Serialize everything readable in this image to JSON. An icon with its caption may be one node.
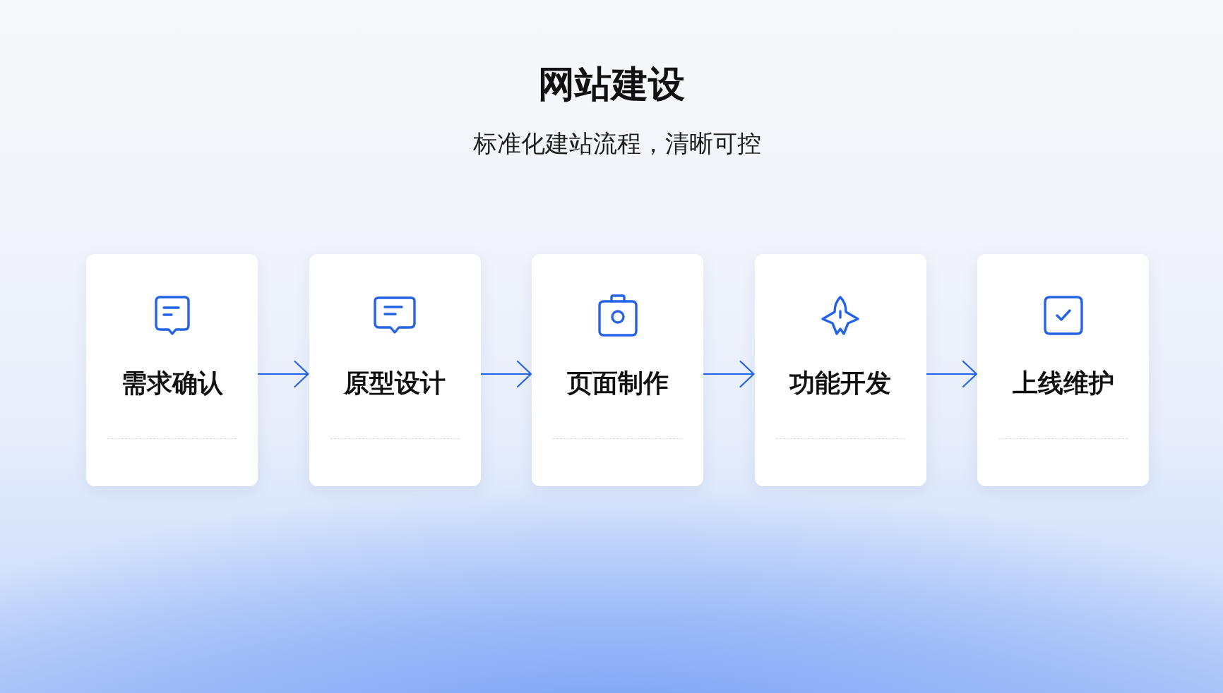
{
  "diagram": {
    "title": "网站建设",
    "nodes": [
      {
        "text": [
          "需求确认"
        ]
      },
      {
        "text": [
          "原型设计"
        ]
      },
      {
        "text": [
          "页面制作"
        ]
      },
      {
        "text": [
          "功能开发"
        ]
      },
      {
        "text": [
          "上线维护"
        ]
      }
    ],
    "edges": [
      {
        "from": 0,
        "to": 1,
        "arrow": "to"
      },
      {
        "from": 1,
        "to": 2,
        "arrow": "to"
      },
      {
        "from": 2,
        "to": 3,
        "arrow": "to"
      },
      {
        "from": 3,
        "to": 4,
        "arrow": "to"
      }
    ],
    "labels": [
      "标准化建站流程，清晰可控"
    ]
  }
}
